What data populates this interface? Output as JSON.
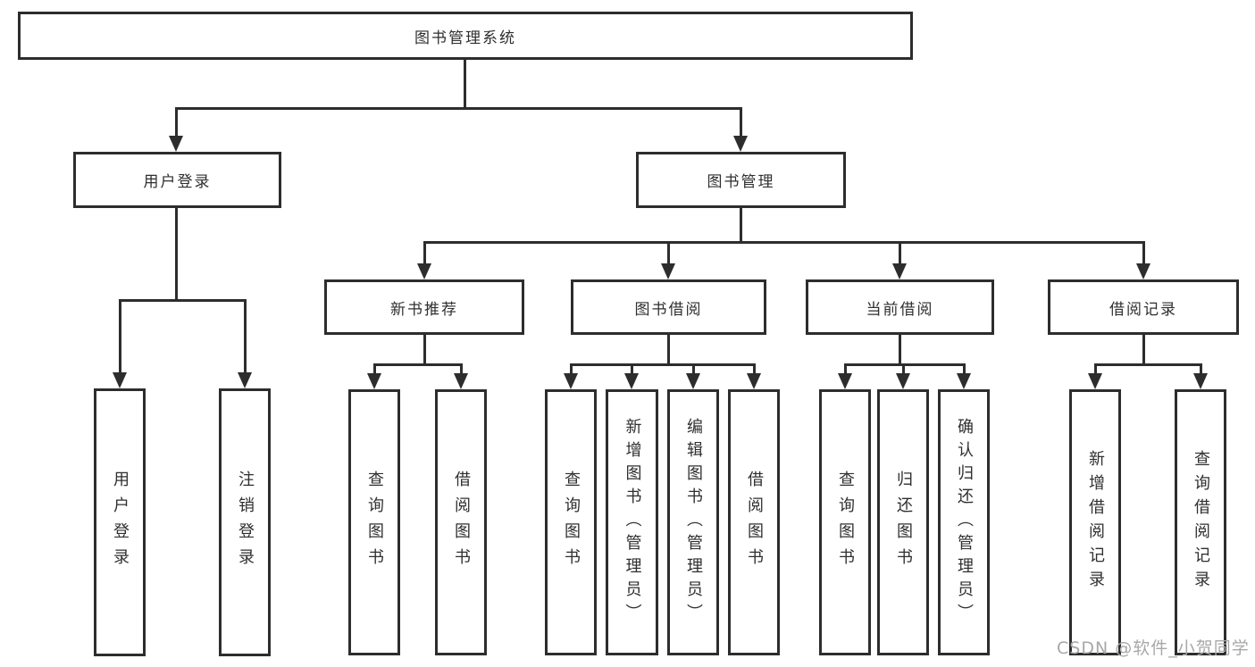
{
  "diagram": {
    "title_node": "图书管理系统",
    "root": {
      "label": "图书管理系统"
    },
    "branches": [
      {
        "label": "用户登录",
        "children": [
          {
            "label": "用户登录"
          },
          {
            "label": "注销登录"
          }
        ]
      },
      {
        "label": "图书管理",
        "children": [
          {
            "label": "新书推荐",
            "children": [
              {
                "label": "查询图书"
              },
              {
                "label": "借阅图书"
              }
            ]
          },
          {
            "label": "图书借阅",
            "children": [
              {
                "label": "查询图书"
              },
              {
                "label": "新增图书（管理员）"
              },
              {
                "label": "编辑图书（管理员）"
              },
              {
                "label": "借阅图书"
              }
            ]
          },
          {
            "label": "当前借阅",
            "children": [
              {
                "label": "查询图书"
              },
              {
                "label": "归还图书"
              },
              {
                "label": "确认归还（管理员）"
              }
            ]
          },
          {
            "label": "借阅记录",
            "children": [
              {
                "label": "新增借阅记录"
              },
              {
                "label": "查询借阅记录"
              }
            ]
          }
        ]
      }
    ],
    "colors": {
      "line": "#2d2d2d",
      "box_border": "#2d2d2d",
      "text": "#2f2f2f",
      "watermark": "#a8a8a8",
      "background": "#ffffff"
    }
  },
  "watermark": {
    "text": "CSDN @软件_小贺同学"
  }
}
